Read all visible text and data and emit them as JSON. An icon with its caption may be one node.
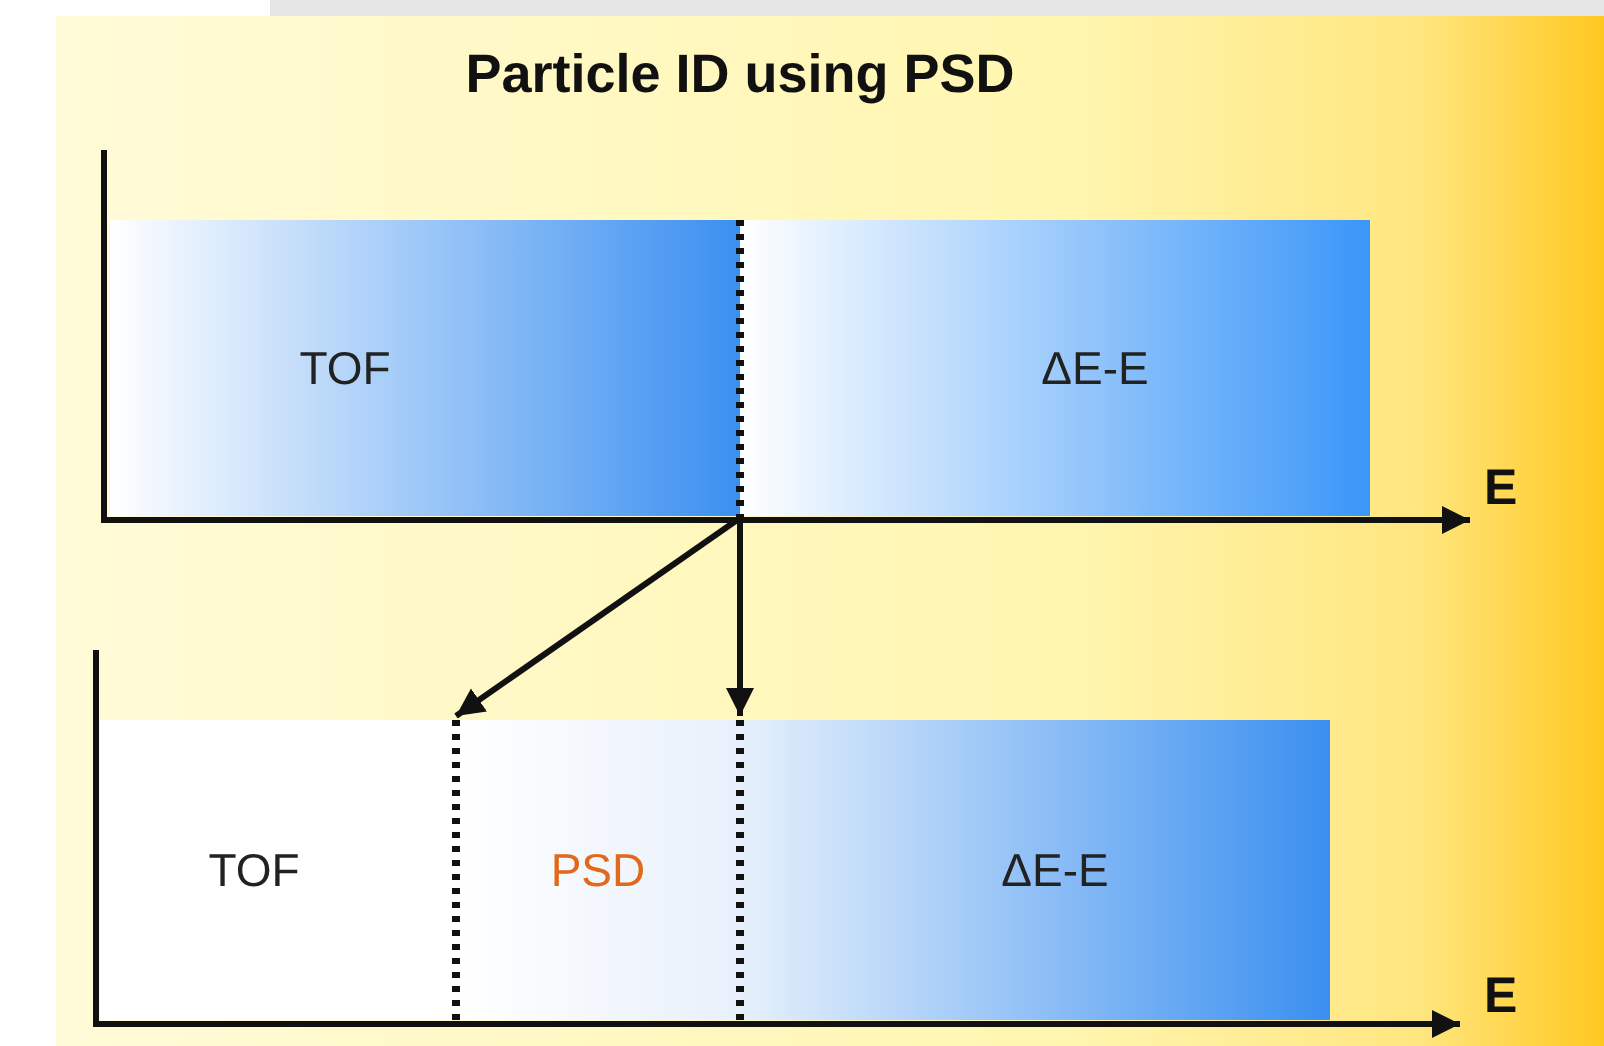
{
  "diagram": {
    "title": "Particle ID using PSD",
    "nodes": [
      {
        "text": [
          "TOF"
        ]
      },
      {
        "text": [
          "ΔE-E"
        ]
      },
      {
        "text": [
          "TOF"
        ]
      },
      {
        "text": [
          "PSD"
        ]
      },
      {
        "text": [
          "ΔE-E"
        ]
      }
    ],
    "edges": [
      {
        "from": 0,
        "to": 3,
        "arrow": "to"
      },
      {
        "from": 0,
        "to": 4,
        "arrow": "to"
      }
    ],
    "labels": [
      "E",
      "E"
    ]
  }
}
